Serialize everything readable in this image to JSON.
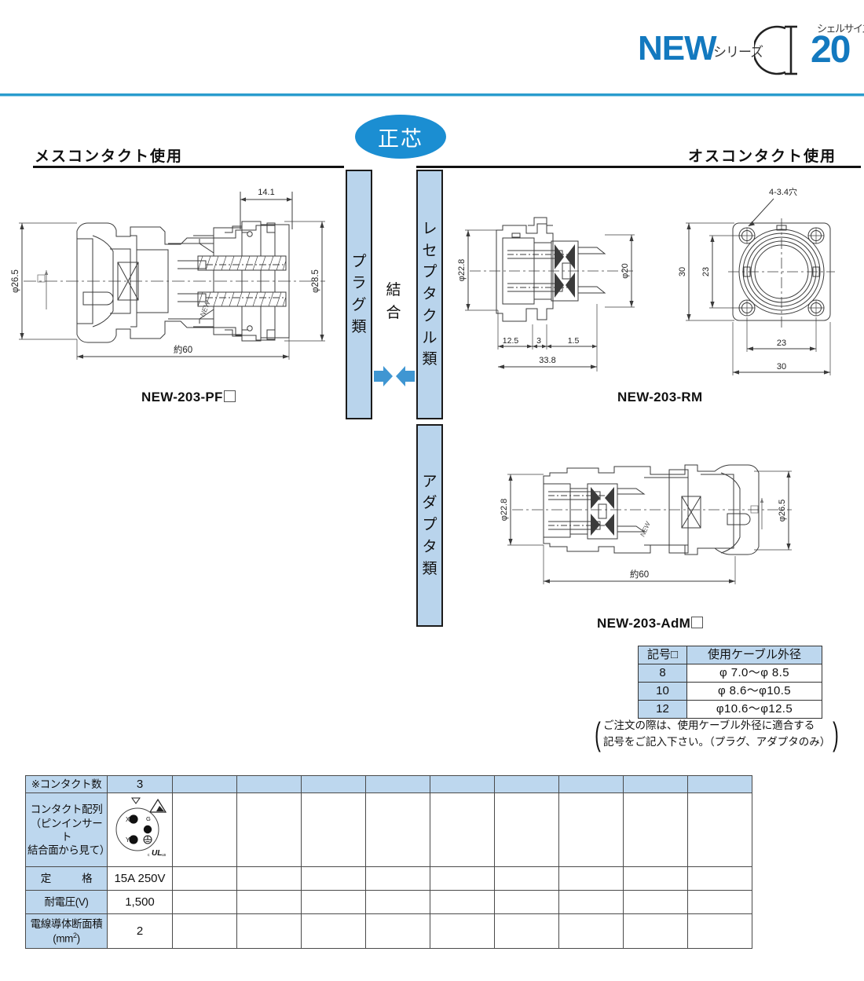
{
  "header": {
    "new_label": "NEW",
    "series_label": "シリーズ",
    "shell_size_label": "シェルサイズ",
    "shell_size_value": "20",
    "accent_color": "#1379bf",
    "rule_color": "#2a9ccd",
    "cmark_icon": "c-shape-with-i-beam-icon"
  },
  "badge": {
    "label": "正芯",
    "color": "#1b8ed2"
  },
  "sections": {
    "left_title": "メスコンタクト使用",
    "right_title": "オスコンタクト使用"
  },
  "category_bars": {
    "plug": [
      "プ",
      "ラ",
      "グ",
      "類"
    ],
    "receptacle": [
      "レ",
      "セ",
      "プ",
      "タ",
      "ク",
      "ル",
      "類"
    ],
    "adapter": [
      "ア",
      "ダ",
      "プ",
      "タ",
      "類"
    ],
    "mating_label": [
      "結",
      "合"
    ],
    "arrow_color": "#3f96d2",
    "bar_fill": "#b9d4ec"
  },
  "drawings": {
    "plug": {
      "model": "NEW-203-PF",
      "model_suffix_box": true,
      "dimensions": {
        "left_diameter": "φ26.5",
        "right_diameter": "φ28.5",
        "top_length": "14.1",
        "overall_length": "約60"
      }
    },
    "receptacle_side": {
      "model": "NEW-203-RM",
      "model_suffix_box": false,
      "dimensions": {
        "left_diameter": "φ22.8",
        "right_diameter": "φ20",
        "seg_1": "12.5",
        "seg_2": "3",
        "seg_3": "1.5",
        "overall_length": "33.8"
      }
    },
    "receptacle_front": {
      "hole_callout": "4-3.4穴",
      "dimensions": {
        "flange_height": "30",
        "hole_pitch_vertical": "23",
        "hole_pitch_horizontal": "23",
        "flange_width": "30"
      }
    },
    "adapter": {
      "model": "NEW-203-AdM",
      "model_suffix_box": true,
      "dimensions": {
        "left_diameter": "φ22.8",
        "right_diameter": "φ26.5",
        "overall_length": "約60"
      }
    }
  },
  "cable_table": {
    "headers": [
      "記号□",
      "使用ケーブル外径"
    ],
    "rows": [
      {
        "symbol": "8",
        "diameter": "φ 7.0〜φ 8.5"
      },
      {
        "symbol": "10",
        "diameter": "φ 8.6〜φ10.5"
      },
      {
        "symbol": "12",
        "diameter": "φ10.6〜φ12.5"
      }
    ],
    "note_line1": "ご注文の際は、使用ケーブル外径に適合する",
    "note_line2": "記号をご記入下さい。（プラグ、アダプタのみ）"
  },
  "spec_table": {
    "rows": [
      {
        "label": "※コンタクト数",
        "value": "3",
        "shaded": true
      },
      {
        "label_lines": [
          "コンタクト配列",
          "（ピンインサート",
          "結合面から見て）"
        ],
        "value": "",
        "pin_diagram": true,
        "shaded": false
      },
      {
        "label": "定　　　格",
        "value": "15A 250V",
        "shaded": false
      },
      {
        "label": "耐電圧(V)",
        "value": "1,500",
        "shaded": false
      },
      {
        "label_lines": [
          "電線導体断面積",
          "(mm2)"
        ],
        "value": "2",
        "shaded": false
      }
    ],
    "empty_column_count": 9,
    "header_fill": "#bdd7ee",
    "pin_diagram": {
      "pins": [
        "X",
        "Y",
        "G"
      ],
      "ground_symbol": "⏚",
      "marker_icon": "triangle-marker-icon",
      "ul_mark": "UL-recognized-icon"
    }
  }
}
